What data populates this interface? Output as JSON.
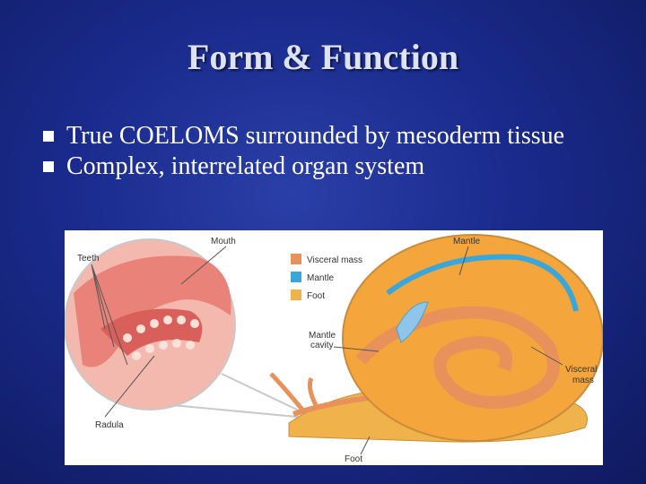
{
  "slide": {
    "title": "Form & Function",
    "bullets": [
      "True COELOMS surrounded by mesoderm tissue",
      "Complex, interrelated organ system"
    ]
  },
  "figure": {
    "labels": {
      "mouth": "Mouth",
      "teeth": "Teeth",
      "radula": "Radula",
      "mantle_top": "Mantle",
      "mantle_cavity_1": "Mantle",
      "mantle_cavity_2": "cavity",
      "visceral_mass_1": "Visceral",
      "visceral_mass_2": "mass",
      "foot": "Foot"
    },
    "legend": [
      {
        "label": "Visceral mass",
        "color": "#e8915a"
      },
      {
        "label": "Mantle",
        "color": "#3aa7d8"
      },
      {
        "label": "Foot",
        "color": "#f0b24a"
      }
    ]
  },
  "colors": {
    "background": "#1a2a8c",
    "title": "#dde3f5",
    "text": "#ffffff"
  }
}
